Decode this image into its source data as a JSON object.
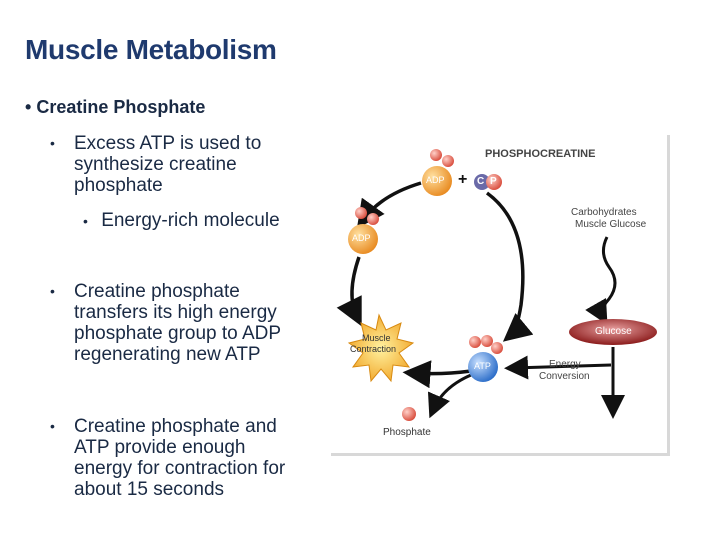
{
  "slide": {
    "title": "Muscle Metabolism",
    "heading": "Creatine Phosphate",
    "bullets": [
      {
        "lines": [
          "Excess ATP is used to",
          "synthesize creatine",
          "phosphate"
        ]
      },
      {
        "lines": [
          "Creatine phosphate",
          "transfers its high energy",
          "phosphate group to ADP",
          "regenerating new ATP"
        ]
      },
      {
        "lines": [
          "Creatine phosphate and",
          "ATP provide enough",
          "energy for contraction for",
          "about 15 seconds"
        ]
      }
    ],
    "sub_bullet": "Energy-rich molecule",
    "bullet_char": "•"
  },
  "diagram": {
    "phosphocreatine": "PHOSPHOCREATINE",
    "adp_top": "ADP",
    "plus": "+",
    "c_label": "C",
    "p_label": "P",
    "adp_left": "ADP",
    "atp": "ATP",
    "muscle_contraction_1": "Muscle",
    "muscle_contraction_2": "Contraction",
    "phosphate": "Phosphate",
    "carbohydrates": "Carbohydrates",
    "muscle_glucose": "Muscle Glucose",
    "glucose": "Glucose",
    "energy_1": "Energy",
    "energy_2": "Conversion",
    "colors": {
      "adp": "#f0a040",
      "phosphate_ball": "#e86a5a",
      "atp": "#4a8fd8",
      "glucose": "#a02a2a",
      "burst": "#f7b52a"
    }
  }
}
